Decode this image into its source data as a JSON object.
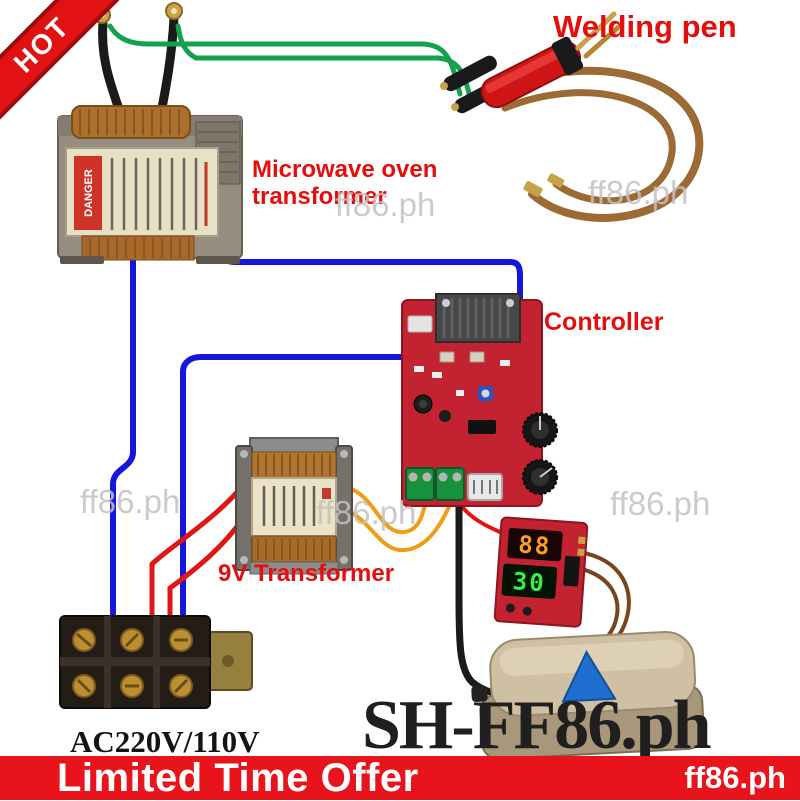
{
  "ribbon": {
    "text": "HOT"
  },
  "watermark": {
    "text": "ff86.ph"
  },
  "labels": {
    "welding_pen": "Welding pen",
    "microwave_oven_line1": "Microwave oven",
    "microwave_oven_line2": "transformer",
    "controller": "Controller",
    "transformer_9v": "9V Transformer",
    "ac_input": "AC220V/110V",
    "brand_large": "SH-FF86.ph",
    "danger": "DANGER"
  },
  "display_module": {
    "top_value": "88",
    "bottom_value": "30"
  },
  "banner": {
    "offer_text": "Limited Time Offer",
    "brand_text": "ff86.ph",
    "background": "#e8131b",
    "text_color": "#ffffff"
  },
  "colors": {
    "wire_green": "#14a14b",
    "wire_blue": "#1515dc",
    "wire_red": "#e01616",
    "wire_orange": "#f09c14",
    "wire_black": "#1a1a1a",
    "wire_copper": "#9c6b35",
    "wire_brown": "#7a4420",
    "pcb_red": "#c32331",
    "label_red": "#e60d0d",
    "digit_orange": "#ff9f1c",
    "digit_green": "#35ef45"
  }
}
